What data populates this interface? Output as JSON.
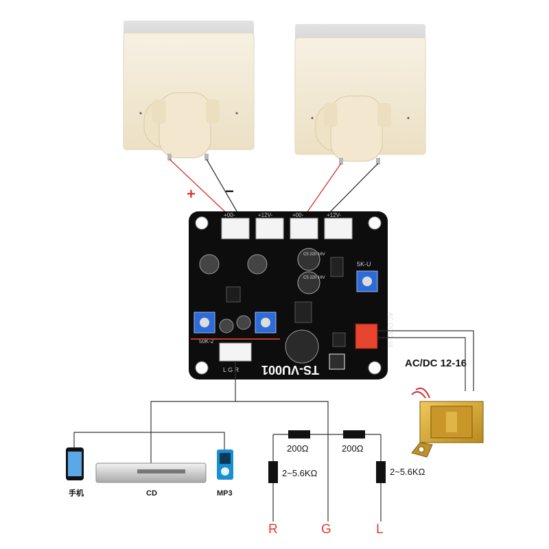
{
  "meters": {
    "left_polarity_plus": "+",
    "left_polarity_minus": "−"
  },
  "board": {
    "name": "TS-VU001",
    "power_label_silk": "AC-DC12-16",
    "pot_label": "5K-U",
    "pot_label_left": "50K-2",
    "cap_label_a": "C5 220 16V",
    "cap_label_b": "C5 220 16V",
    "connectors": [
      "+00-",
      "+12V-",
      "+00-",
      "+12V-"
    ],
    "audio_connector": "L G R"
  },
  "power": {
    "label": "AC/DC 12-16"
  },
  "sources": {
    "phone": "手机",
    "cd": "CD",
    "mp3": "MP3"
  },
  "network": {
    "resistor_series_1": "200Ω",
    "resistor_series_2": "200Ω",
    "resistor_shunt_left": "2~5.6KΩ",
    "resistor_shunt_right": "2~5.6KΩ",
    "terminal_r": "R",
    "terminal_g": "G",
    "terminal_l": "L"
  },
  "colors": {
    "pcb": "#0d0d0d",
    "meter_body": "#f4ecd8",
    "wire": "#333333",
    "probe_red": "#d92b2b",
    "terminal_red": "#e23b2e",
    "pot_blue": "#2f6bd6",
    "transformer_gold": "#d9a431"
  }
}
